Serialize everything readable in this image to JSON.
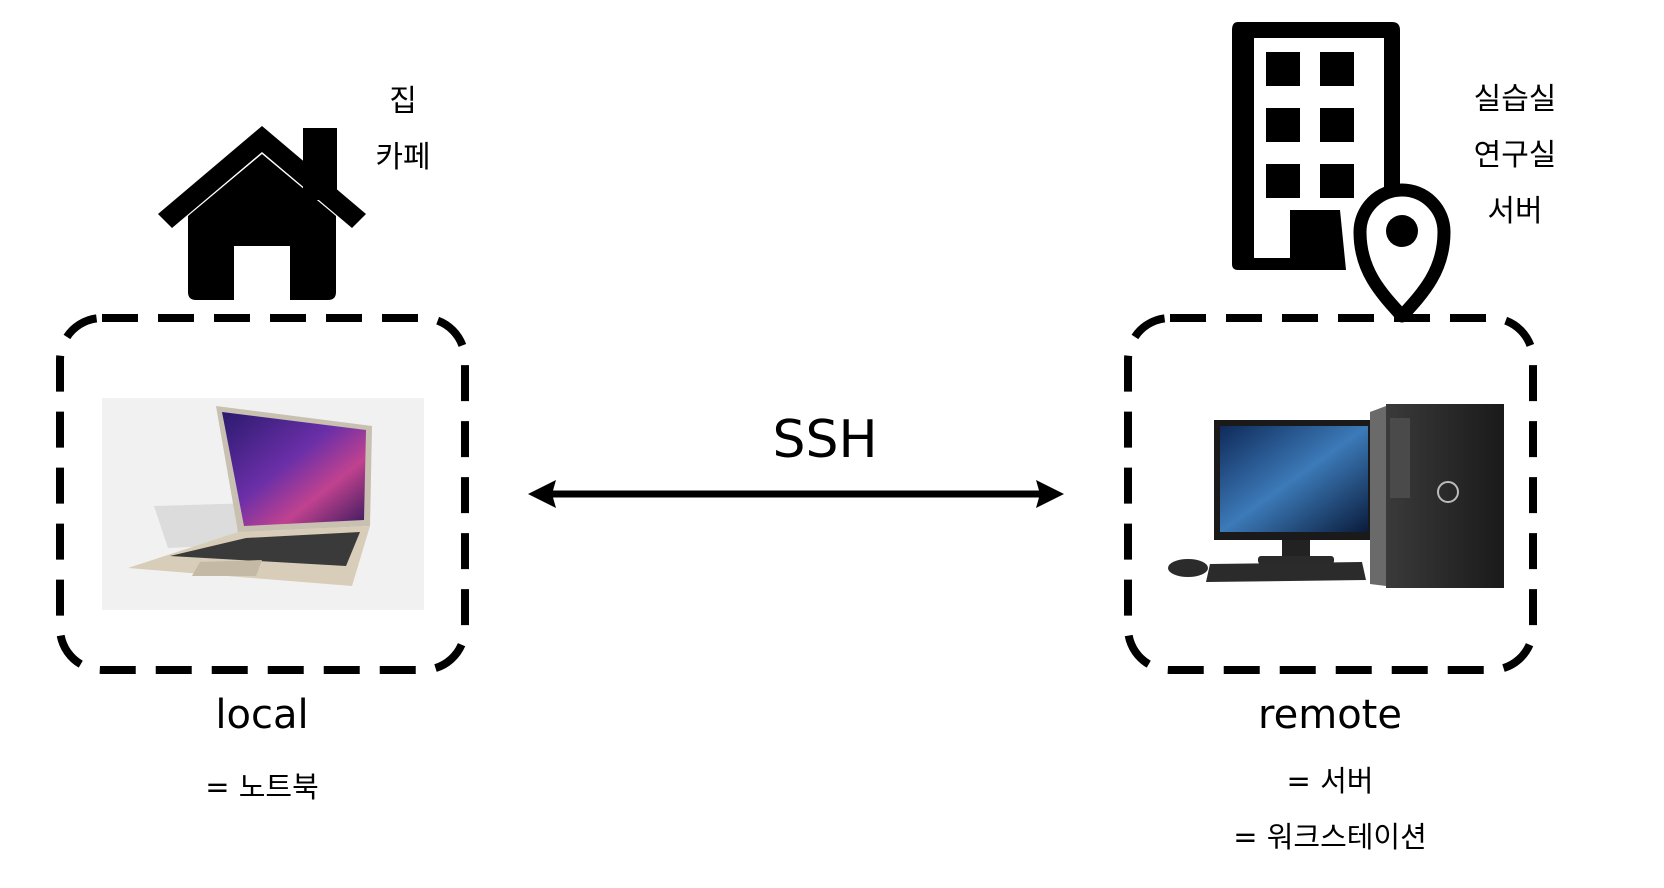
{
  "local": {
    "label": "local",
    "alias": "= 노트북",
    "places": [
      "집",
      "카페"
    ],
    "place_icon": "home-icon",
    "device_icon": "laptop-image"
  },
  "remote": {
    "label": "remote",
    "aliases": [
      "= 서버",
      "= 워크스테이션"
    ],
    "places": [
      "실습실",
      "연구실",
      "서버"
    ],
    "place_icon": "building-location-icon",
    "device_icon": "workstation-image"
  },
  "connection": {
    "label": "SSH",
    "arrow": "bidirectional"
  },
  "colors": {
    "line": "#000000",
    "background": "#ffffff"
  }
}
